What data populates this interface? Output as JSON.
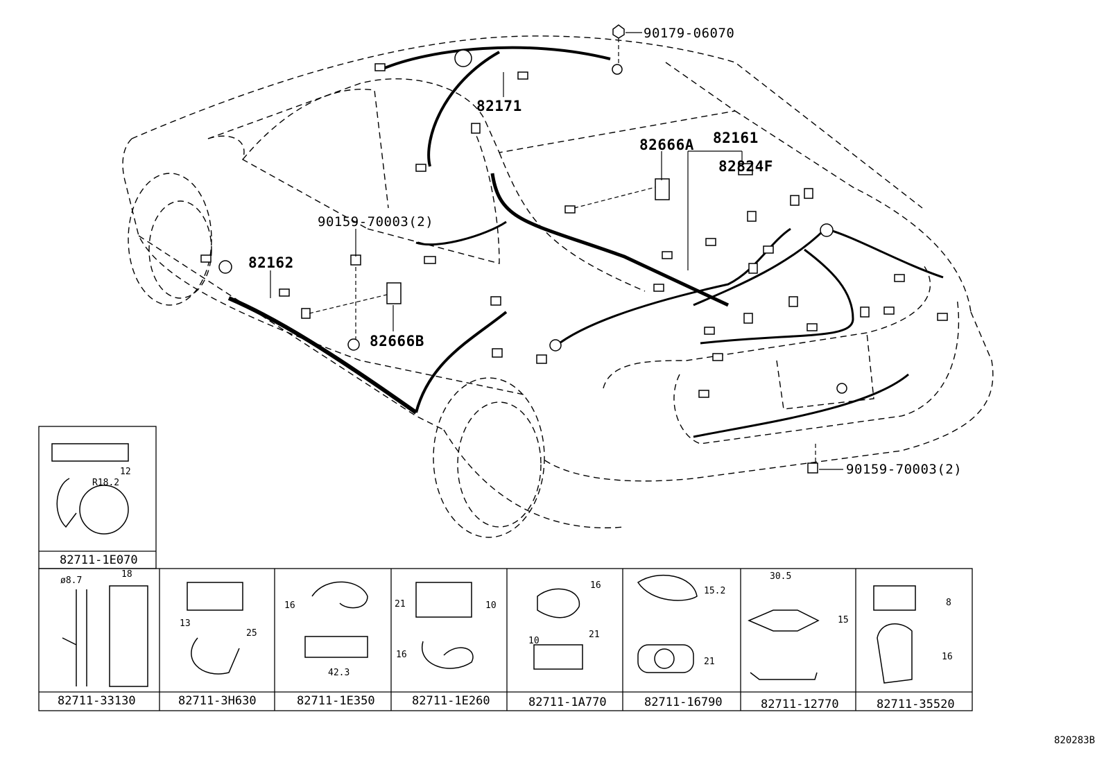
{
  "callouts": {
    "nut_top": "90179-06070",
    "harness_roof": "82171",
    "block_a": "82666A",
    "harness_floor": "82161",
    "relay": "82824F",
    "bolt_left": "90159-70003(2)",
    "harness_side": "82162",
    "block_b": "82666B",
    "bolt_rear": "90159-70003(2)"
  },
  "clips": [
    {
      "part_no": "82711-1E070",
      "dims": [
        "12",
        "R18.2"
      ]
    },
    {
      "part_no": "82711-33130",
      "dims": [
        "ø8.7",
        "18"
      ]
    },
    {
      "part_no": "82711-3H630",
      "dims": [
        "13",
        "25"
      ]
    },
    {
      "part_no": "82711-1E350",
      "dims": [
        "16",
        "42.3"
      ]
    },
    {
      "part_no": "82711-1E260",
      "dims": [
        "21",
        "10",
        "16"
      ]
    },
    {
      "part_no": "82711-1A770",
      "dims": [
        "16",
        "21",
        "10"
      ]
    },
    {
      "part_no": "82711-16790",
      "dims": [
        "15.2",
        "21"
      ]
    },
    {
      "part_no": "82711-12770",
      "dims": [
        "30.5",
        "15"
      ]
    },
    {
      "part_no": "82711-35520",
      "dims": [
        "8",
        "16"
      ]
    }
  ],
  "figure_ref": "820283B"
}
